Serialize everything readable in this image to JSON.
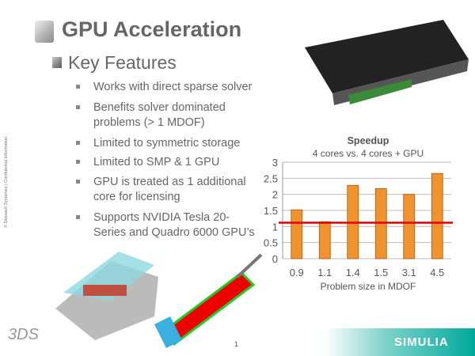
{
  "slide": {
    "title": "GPU Acceleration",
    "subtitle": "Key Features",
    "bullets": [
      "Works with direct sparse solver",
      "Benefits solver dominated problems (> 1 MDOF)",
      "Limited to symmetric storage",
      "Limited to SMP & 1 GPU",
      "GPU is treated as 1 additional core for licensing",
      "Supports NVIDIA Tesla 20-Series and Quadro 6000 GPU’s"
    ],
    "side_note": "© Dassault Systèmes | Confidential Information",
    "page_number": "1",
    "brand": "SIMULIA",
    "logo_text": "3DS"
  },
  "chart_data": {
    "type": "bar",
    "title": "Speedup",
    "subtitle": "4 cores  vs. 4 cores + GPU",
    "xlabel": "Problem size in MDOF",
    "ylabel": "",
    "categories": [
      "0.9",
      "1.1",
      "1.4",
      "1.5",
      "3.1",
      "4.5"
    ],
    "values": [
      1.52,
      1.15,
      2.28,
      2.18,
      2.0,
      2.65
    ],
    "ylim": [
      0,
      3
    ],
    "yticks": [
      "0",
      "0.5",
      "1",
      "1.5",
      "2",
      "2.5",
      "3"
    ],
    "reference_line": 1.12,
    "grid": true,
    "colors": {
      "bar": "#f0922e",
      "reference": "#e00000"
    }
  }
}
